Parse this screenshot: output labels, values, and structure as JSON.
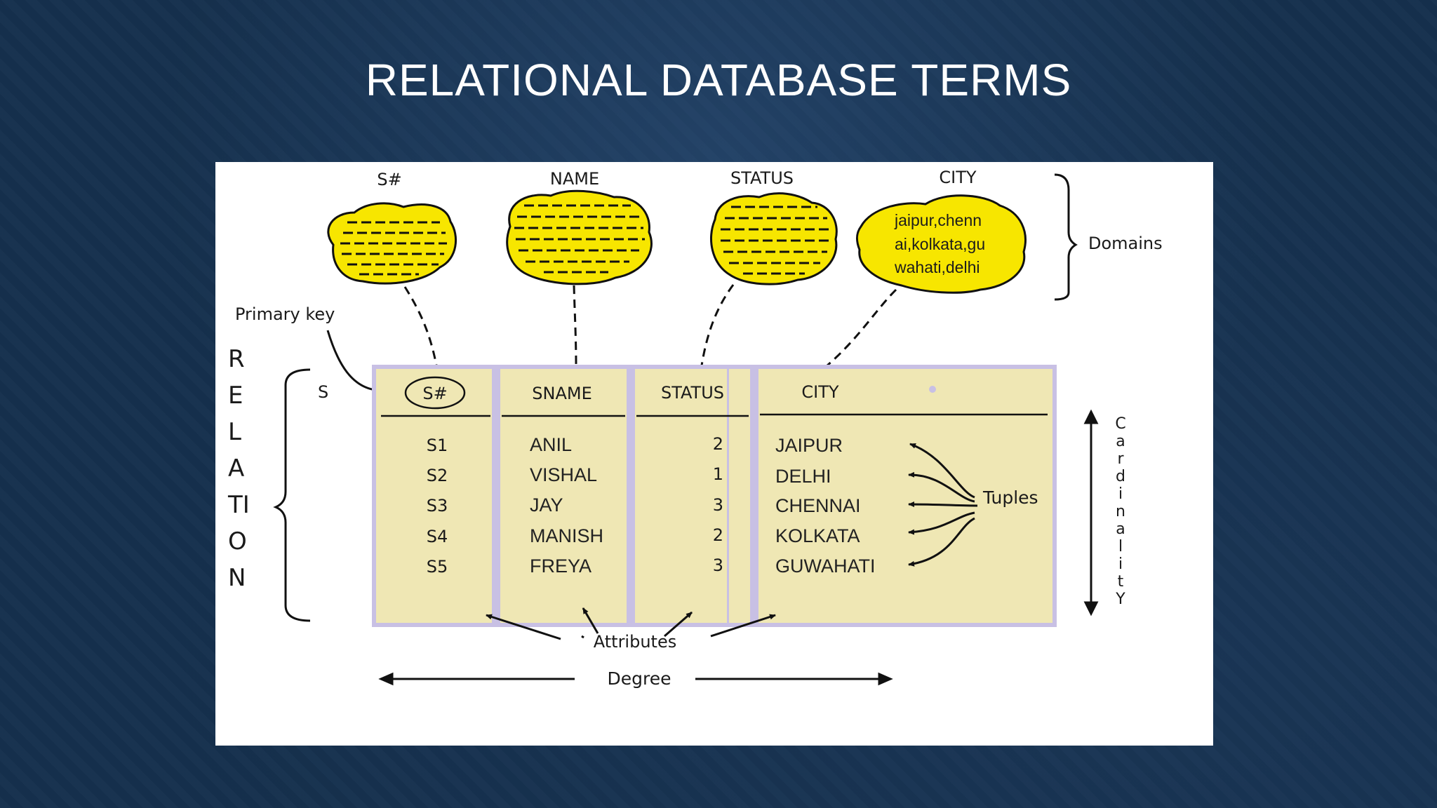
{
  "slide": {
    "title": "RELATIONAL DATABASE TERMS"
  },
  "diagram": {
    "domain_headers": [
      "S#",
      "NAME",
      "STATUS",
      "CITY"
    ],
    "city_domain_lines": [
      "jaipur,chenn",
      "ai,kolkata,gu",
      "wahati,delhi"
    ],
    "domains_label": "Domains",
    "primary_key_label": "Primary key",
    "relation_letters": [
      "R",
      "E",
      "L",
      "A",
      "TI",
      "O",
      "N"
    ],
    "relation_name": "S",
    "table": {
      "columns": [
        "S#",
        "SNAME",
        "STATUS",
        "CITY"
      ],
      "rows": [
        [
          "S1",
          "ANIL",
          "2",
          "JAIPUR"
        ],
        [
          "S2",
          "VISHAL",
          "1",
          "DELHI"
        ],
        [
          "S3",
          "JAY",
          "3",
          "CHENNAI"
        ],
        [
          "S4",
          "MANISH",
          "2",
          "KOLKATA"
        ],
        [
          "S5",
          "FREYA",
          "3",
          "GUWAHATI"
        ]
      ]
    },
    "tuples_label": "Tuples",
    "cardinality_letters": [
      "C",
      "a",
      "r",
      "d",
      "i",
      "n",
      "a",
      "l",
      "i",
      "t",
      "Y"
    ],
    "attributes_label": "Attributes",
    "degree_label": "Degree"
  },
  "colors": {
    "blob_fill": "#f7e600",
    "table_fill": "#efe7b4",
    "table_border": "#c8c0e4",
    "background": "#15304d"
  }
}
